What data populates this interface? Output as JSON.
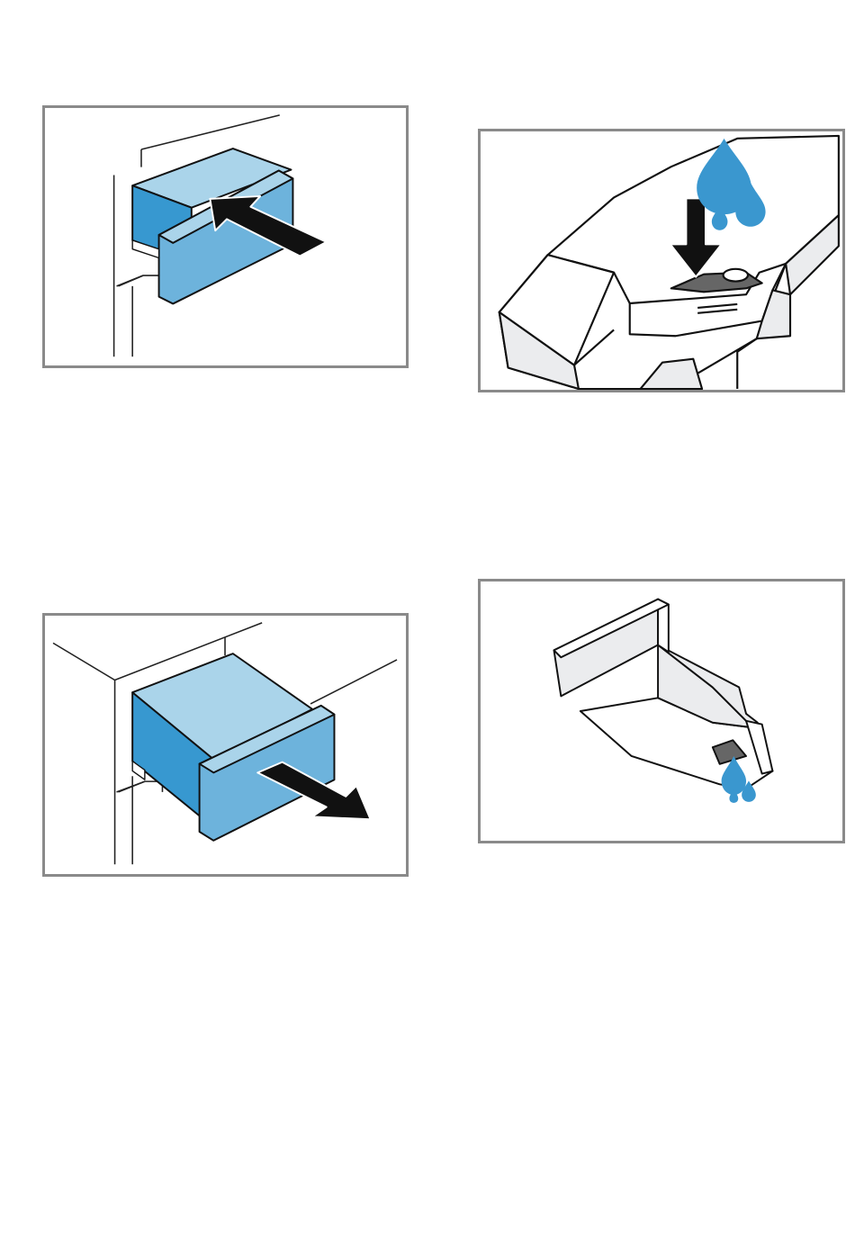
{
  "page": {
    "background": "#ffffff"
  },
  "colors": {
    "frame": "#8a8a8a",
    "drawer_top": "#aad4ea",
    "drawer_front": "#6db3dc",
    "drawer_side": "#3798d0",
    "drop": "#3a97cf",
    "arrow": "#111111",
    "line": "#222222",
    "compartment_shade": "#ebecee"
  },
  "figures": [
    {
      "id": "insert",
      "icon": "push-arrow-icon"
    },
    {
      "id": "pour",
      "icon": "down-arrow-icon"
    },
    {
      "id": "remove",
      "icon": "pull-arrow-icon"
    },
    {
      "id": "drip",
      "icon": "water-drop-icon"
    }
  ]
}
